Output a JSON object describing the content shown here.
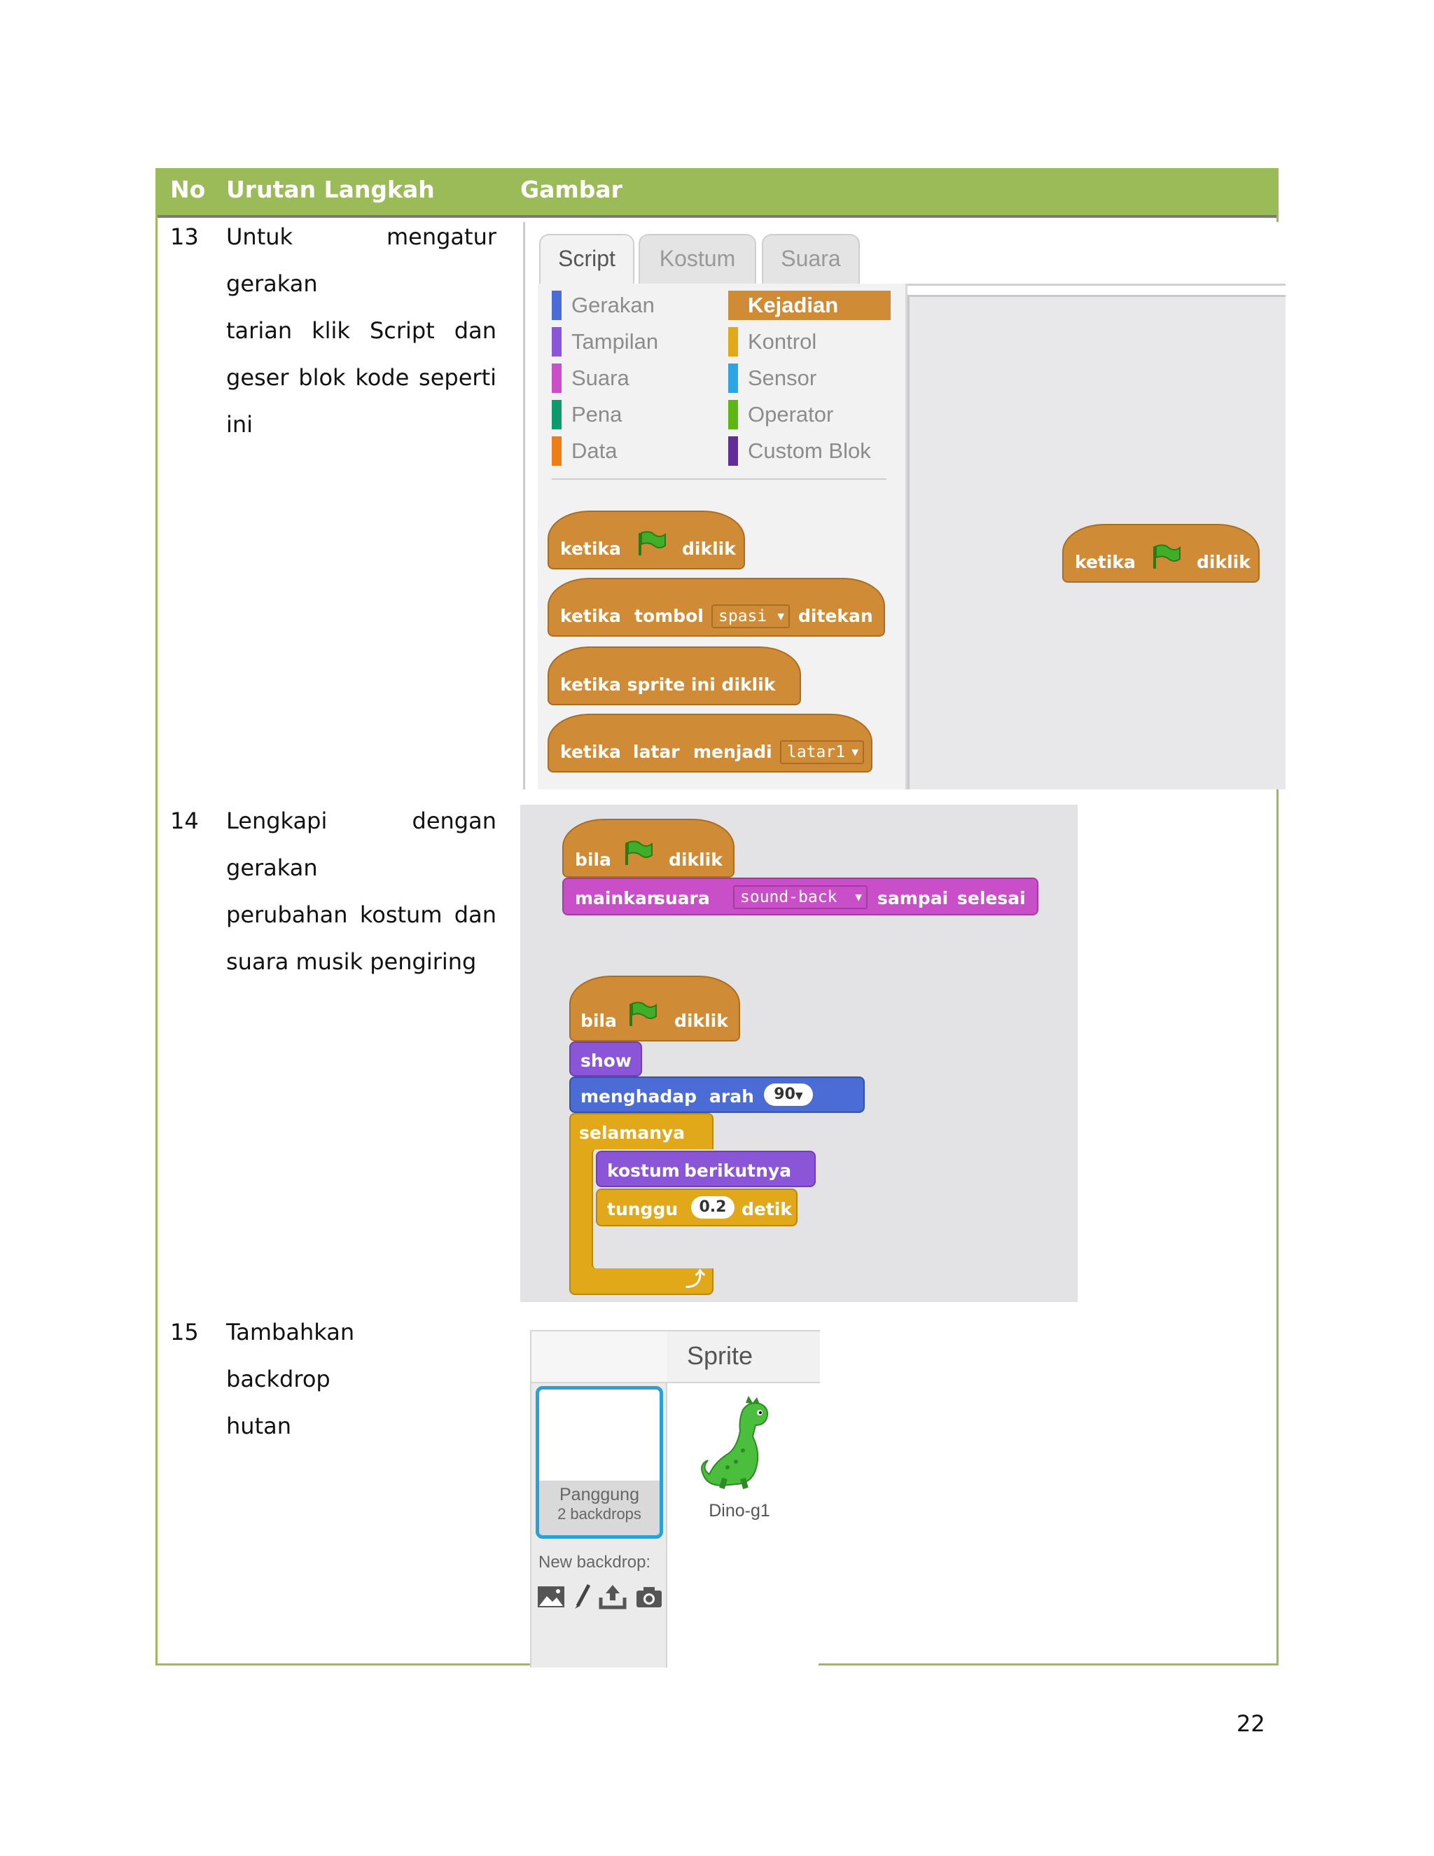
{
  "table": {
    "headers": {
      "no": "No",
      "steps": "Urutan Langkah",
      "image": "Gambar"
    },
    "rows": [
      {
        "no": "13",
        "lines": [
          "Untuk mengatur gerakan",
          "tarian klik Script dan",
          "geser blok kode seperti",
          "ini"
        ]
      },
      {
        "no": "14",
        "lines": [
          "Lengkapi dengan gerakan",
          "perubahan kostum dan",
          "suara musik pengiring"
        ]
      },
      {
        "no": "15",
        "lines": [
          "Tambahkan backdrop",
          "hutan"
        ]
      }
    ]
  },
  "scratch1": {
    "tabs": [
      "Script",
      "Kostum",
      "Suara"
    ],
    "categories_left": [
      "Gerakan",
      "Tampilan",
      "Suara",
      "Pena",
      "Data"
    ],
    "categories_right": [
      "Kejadian",
      "Kontrol",
      "Sensor",
      "Operator",
      "Custom Blok"
    ],
    "colors": {
      "gerakan": "#4a6cd4",
      "tampilan": "#8a55d7",
      "suara": "#c94fc8",
      "pena": "#0e9a6c",
      "data": "#ee7d16",
      "kejadian": "#cf8b35",
      "kontrol": "#e1a91a",
      "sensor": "#2ca5e2",
      "operator": "#5cb712",
      "custom": "#632d99"
    },
    "blocks": {
      "flag_when": {
        "a": "ketika",
        "b": "diklik"
      },
      "key_when": {
        "a": "ketika",
        "b": "tombol",
        "dd": "spasi",
        "c": "ditekan"
      },
      "sprite_when": "ketika sprite ini diklik",
      "backdrop_when": {
        "a": "ketika",
        "b": "latar",
        "c": "menjadi",
        "dd": "latar1"
      },
      "placed": {
        "a": "ketika",
        "b": "diklik"
      }
    }
  },
  "scratch2": {
    "script1": {
      "hat_a": "bila",
      "hat_b": "diklik",
      "play": "mainkan",
      "play2": "suara",
      "sound": "sound-back",
      "until": "sampai",
      "until2": "selesai"
    },
    "script2": {
      "hat_a": "bila",
      "hat_b": "diklik",
      "show": "show",
      "point": "menghadap",
      "point2": "arah",
      "dir": "90",
      "forever": "selamanya",
      "next": "kostum",
      "next2": "berikutnya",
      "wait": "tunggu",
      "secs": "0.2",
      "wait2": "detik"
    }
  },
  "sprites": {
    "header": "Sprite",
    "stage_name": "Panggung",
    "stage_sub": "2 backdrops",
    "new_backdrop": "New backdrop:",
    "sprite_name": "Dino-g1"
  },
  "page_number": "22"
}
